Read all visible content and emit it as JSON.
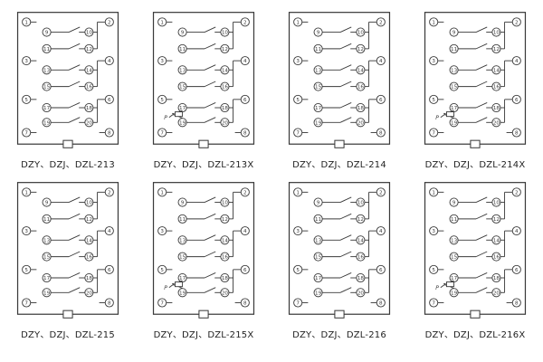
{
  "page": {
    "background": "#ffffff",
    "line_color": "#3a3a3a",
    "text_color": "#222222"
  },
  "diagrams": [
    {
      "label": "DZY、DZJ、DZL-213",
      "has_p": false,
      "p_label": "",
      "corner_rows": [
        [
          "1",
          "2"
        ],
        [
          "3",
          "4"
        ],
        [
          "5",
          "6"
        ],
        [
          "7",
          "8"
        ]
      ],
      "contact_rows": [
        [
          "9",
          "10"
        ],
        [
          "11",
          "12"
        ],
        [
          "13",
          "14"
        ],
        [
          "15",
          "16"
        ],
        [
          "17",
          "18"
        ],
        [
          "19",
          "20"
        ]
      ]
    },
    {
      "label": "DZY、DZJ、DZL-213X",
      "has_p": true,
      "p_label": "P",
      "corner_rows": [
        [
          "1",
          "2"
        ],
        [
          "3",
          "4"
        ],
        [
          "5",
          "6"
        ],
        [
          "7",
          "8"
        ]
      ],
      "contact_rows": [
        [
          "9",
          "10"
        ],
        [
          "11",
          "12"
        ],
        [
          "13",
          "14"
        ],
        [
          "15",
          "16"
        ],
        [
          "17",
          "18"
        ],
        [
          "19",
          "20"
        ]
      ]
    },
    {
      "label": "DZY、DZJ、DZL-214",
      "has_p": false,
      "p_label": "",
      "corner_rows": [
        [
          "1",
          "2"
        ],
        [
          "3",
          "4"
        ],
        [
          "5",
          "6"
        ],
        [
          "7",
          "8"
        ]
      ],
      "contact_rows": [
        [
          "9",
          "10"
        ],
        [
          "11",
          "12"
        ],
        [
          "13",
          "14"
        ],
        [
          "15",
          "16"
        ],
        [
          "17",
          "18"
        ],
        [
          "19",
          "20"
        ]
      ]
    },
    {
      "label": "DZY、DZJ、DZL-214X",
      "has_p": true,
      "p_label": "P",
      "corner_rows": [
        [
          "1",
          "2"
        ],
        [
          "3",
          "4"
        ],
        [
          "5",
          "6"
        ],
        [
          "7",
          "8"
        ]
      ],
      "contact_rows": [
        [
          "9",
          "10"
        ],
        [
          "11",
          "12"
        ],
        [
          "13",
          "14"
        ],
        [
          "15",
          "16"
        ],
        [
          "17",
          "18"
        ],
        [
          "19",
          "20"
        ]
      ]
    },
    {
      "label": "DZY、DZJ、DZL-215",
      "has_p": false,
      "p_label": "",
      "corner_rows": [
        [
          "1",
          "2"
        ],
        [
          "3",
          "4"
        ],
        [
          "5",
          "6"
        ],
        [
          "7",
          "8"
        ]
      ],
      "contact_rows": [
        [
          "9",
          "10"
        ],
        [
          "11",
          "12"
        ],
        [
          "13",
          "14"
        ],
        [
          "15",
          "16"
        ],
        [
          "17",
          "18"
        ],
        [
          "19",
          "20"
        ]
      ]
    },
    {
      "label": "DZY、DZJ、DZL-215X",
      "has_p": true,
      "p_label": "P",
      "corner_rows": [
        [
          "1",
          "2"
        ],
        [
          "3",
          "4"
        ],
        [
          "5",
          "6"
        ],
        [
          "7",
          "8"
        ]
      ],
      "contact_rows": [
        [
          "9",
          "10"
        ],
        [
          "11",
          "12"
        ],
        [
          "13",
          "14"
        ],
        [
          "15",
          "16"
        ],
        [
          "17",
          "18"
        ],
        [
          "19",
          "20"
        ]
      ]
    },
    {
      "label": "DZY、DZJ、DZL-216",
      "has_p": false,
      "p_label": "",
      "corner_rows": [
        [
          "1",
          "2"
        ],
        [
          "3",
          "4"
        ],
        [
          "5",
          "6"
        ],
        [
          "7",
          "8"
        ]
      ],
      "contact_rows": [
        [
          "9",
          "10"
        ],
        [
          "11",
          "12"
        ],
        [
          "13",
          "14"
        ],
        [
          "15",
          "16"
        ],
        [
          "17",
          "18"
        ],
        [
          "19",
          "20"
        ]
      ]
    },
    {
      "label": "DZY、DZJ、DZL-216X",
      "has_p": true,
      "p_label": "P",
      "corner_rows": [
        [
          "1",
          "2"
        ],
        [
          "3",
          "4"
        ],
        [
          "5",
          "6"
        ],
        [
          "7",
          "8"
        ]
      ],
      "contact_rows": [
        [
          "9",
          "10"
        ],
        [
          "11",
          "12"
        ],
        [
          "13",
          "14"
        ],
        [
          "15",
          "16"
        ],
        [
          "17",
          "18"
        ],
        [
          "19",
          "20"
        ]
      ]
    }
  ]
}
